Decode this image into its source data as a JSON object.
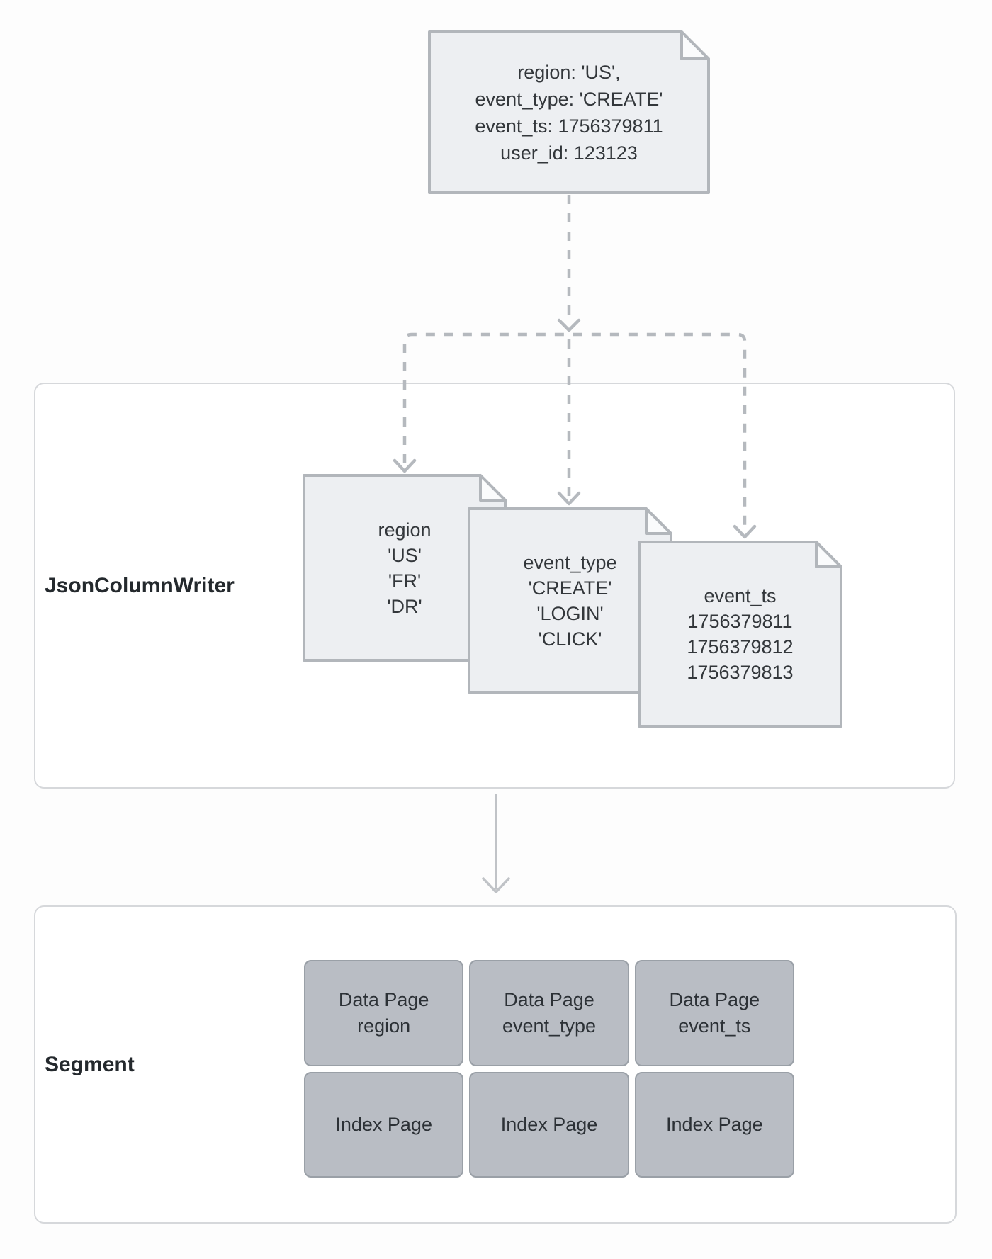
{
  "colors": {
    "page_background": "#fdfdfd",
    "container_border": "#d6d8db",
    "document_fill": "#edeff2",
    "document_border": "#b2b6bb",
    "dashed_connector": "#b5b9be",
    "solid_arrow": "#c0c3c7",
    "card_fill": "#b9bdc4",
    "card_border": "#9aa0a7",
    "text_dark": "#33373b",
    "label_dark": "#24292d"
  },
  "source_document": {
    "lines": [
      "region: 'US',",
      "event_type: 'CREATE'",
      "event_ts: 1756379811",
      "user_id: 123123"
    ]
  },
  "json_column_writer": {
    "label": "JsonColumnWriter",
    "column_documents": [
      {
        "title": "region",
        "values": [
          "'US'",
          "'FR'",
          "'DR'"
        ]
      },
      {
        "title": "event_type",
        "values": [
          "'CREATE'",
          "'LOGIN'",
          "'CLICK'"
        ]
      },
      {
        "title": "event_ts",
        "values": [
          "1756379811",
          "1756379812",
          "1756379813"
        ]
      }
    ]
  },
  "segment": {
    "label": "Segment",
    "data_pages": [
      {
        "type": "Data Page",
        "column": "region"
      },
      {
        "type": "Data Page",
        "column": "event_type"
      },
      {
        "type": "Data Page",
        "column": "event_ts"
      }
    ],
    "index_pages": [
      "Index Page",
      "Index Page",
      "Index Page"
    ]
  }
}
